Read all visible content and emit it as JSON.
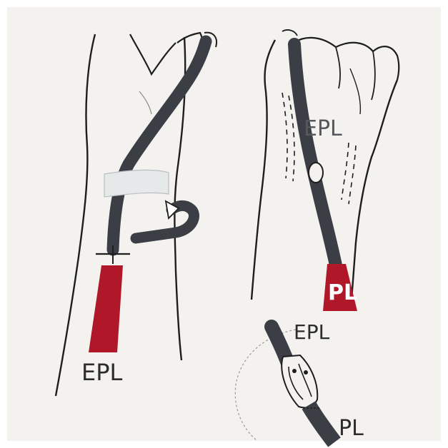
{
  "labels": {
    "left_panel": {
      "tendon": "EPL"
    },
    "right_panel": {
      "tendon_upper": "EPL",
      "tendon_lower": "PL"
    },
    "inset": {
      "tendon_upper": "EPL",
      "tendon_lower": "PL"
    }
  },
  "colors": {
    "background": "#f3f2ef",
    "outline": "#1e1e1e",
    "tendon": "#3b3f45",
    "graft_red": "#b0182a",
    "bandage": "#e6e9ea"
  }
}
